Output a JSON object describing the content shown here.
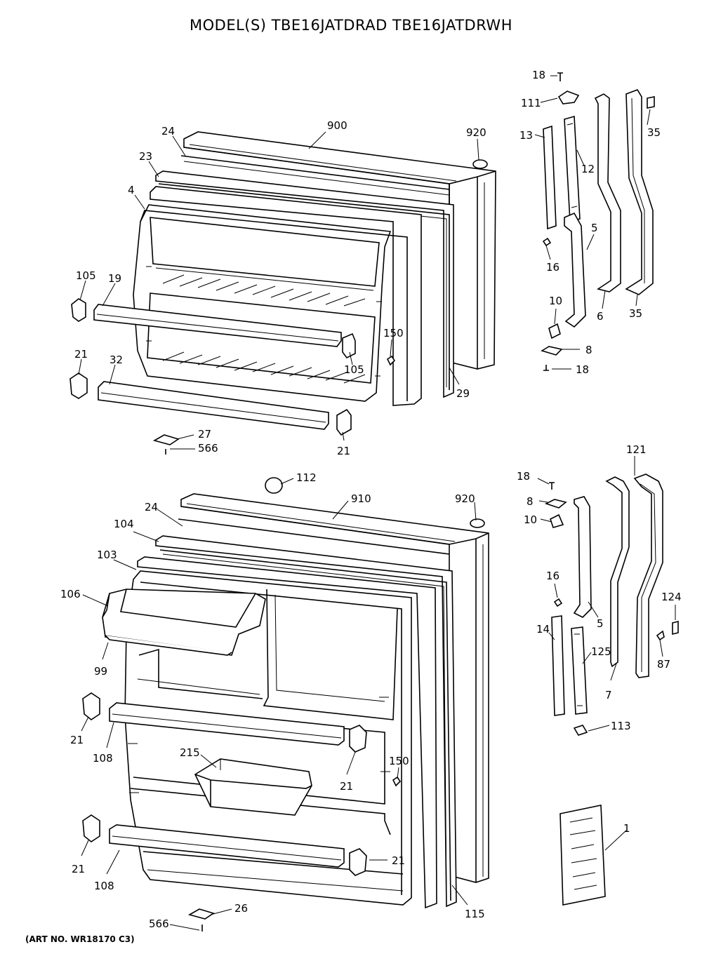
{
  "title": "MODEL(S) TBE16JATDRAD  TBE16JATDRWH",
  "footnote": "(ART NO. WR18170 C3)",
  "labels": {
    "l900": "900",
    "l920a": "920",
    "l24a": "24",
    "l23": "23",
    "l4": "4",
    "l105a": "105",
    "l19": "19",
    "l105b": "105",
    "l150a": "150",
    "l29": "29",
    "l21a": "21",
    "l32": "32",
    "l21b": "21",
    "l27": "27",
    "l566a": "566",
    "l18a": "18",
    "l111": "111",
    "l13": "13",
    "l12": "12",
    "l35a": "35",
    "l5a": "5",
    "l16a": "16",
    "l10a": "10",
    "l6": "6",
    "l35b": "35",
    "l8a": "8",
    "l18b": "18",
    "l112": "112",
    "l910": "910",
    "l920b": "920",
    "l24b": "24",
    "l104": "104",
    "l103": "103",
    "l106": "106",
    "l99": "99",
    "l21c": "21",
    "l108a": "108",
    "l215": "215",
    "l21d": "21",
    "l150b": "150",
    "l21e": "21",
    "l21f": "21",
    "l108b": "108",
    "l26": "26",
    "l566b": "566",
    "l115": "115",
    "l18c": "18",
    "l8b": "8",
    "l10b": "10",
    "l121": "121",
    "l16b": "16",
    "l5b": "5",
    "l14": "14",
    "l125": "125",
    "l7": "7",
    "l124": "124",
    "l87": "87",
    "l113": "113",
    "l1": "1"
  }
}
